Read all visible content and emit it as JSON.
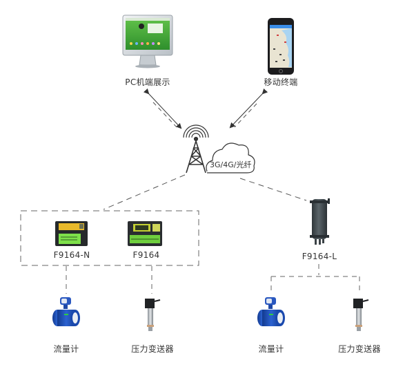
{
  "diagram": {
    "top_nodes": {
      "pc": {
        "label": "PC机端展示",
        "icon": "desktop-monitor-icon"
      },
      "mobile": {
        "label": "移动终端",
        "icon": "smartphone-icon"
      }
    },
    "network": {
      "label": "3G/4G/光纤",
      "icon": "cell-tower-cloud-icon"
    },
    "devices": {
      "group_left": [
        {
          "label": "F9164-N",
          "icon": "data-logger-icon"
        },
        {
          "label": "F9164",
          "icon": "rtu-panel-icon"
        }
      ],
      "right": {
        "label": "F9164-L",
        "icon": "cylinder-logger-icon"
      }
    },
    "sensors_left": [
      {
        "label": "流量计",
        "icon": "flowmeter-icon"
      },
      {
        "label": "压力变送器",
        "icon": "pressure-transmitter-icon"
      }
    ],
    "sensors_right": [
      {
        "label": "流量计",
        "icon": "flowmeter-icon"
      },
      {
        "label": "压力变送器",
        "icon": "pressure-transmitter-icon"
      }
    ],
    "colors": {
      "line": "#555555",
      "dash": "#777777",
      "screen_green": "#3fae3a",
      "logger_yellow": "#e8b92a",
      "terminal_green": "#7ee04a",
      "flowmeter_blue": "#1f4fb8",
      "dark_body": "#3d4549"
    }
  }
}
